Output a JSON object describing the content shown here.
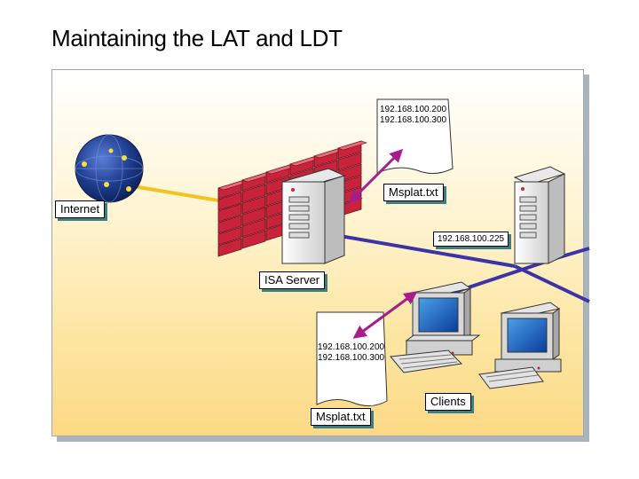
{
  "title": "Maintaining the LAT and LDT",
  "labels": {
    "internet": "Internet",
    "isa_server": "ISA Server",
    "clients": "Clients",
    "server_msplat": "Msplat.txt",
    "client_msplat": "Msplat.txt",
    "server_ip": "192.168.100.225"
  },
  "server_doc": {
    "lines": [
      "192.168.100.200",
      "192.168.100.300"
    ]
  },
  "client_doc": {
    "lines": [
      "192.168.100.200",
      "192.168.100.300"
    ]
  },
  "colors": {
    "network_line": "#3a34a8",
    "internet_line": "#f2c21e",
    "arrow": "#a51e8c",
    "firewall": "#c8233a",
    "globe": "#1e3b8c"
  }
}
